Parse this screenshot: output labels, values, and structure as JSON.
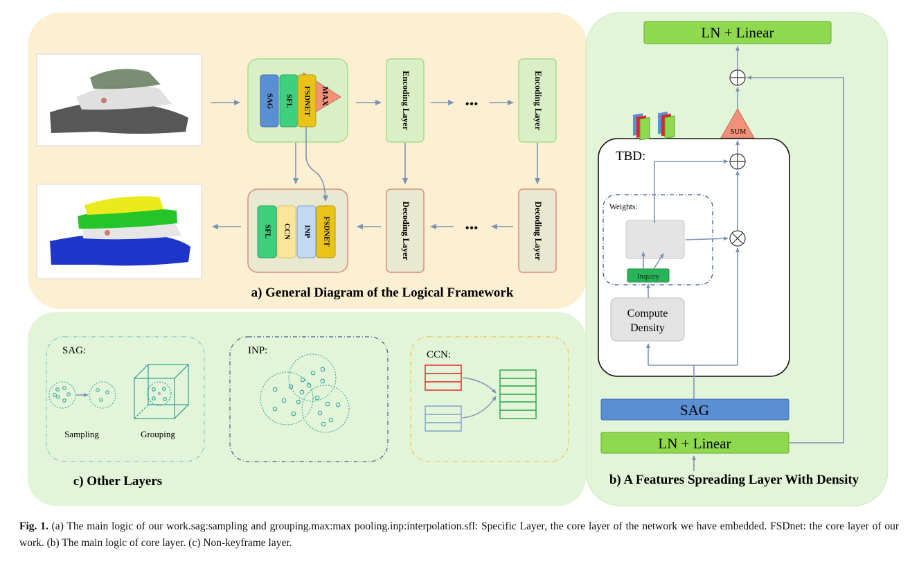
{
  "panel_a": {
    "title": "a) General Diagram of the Logical Framework",
    "encoder_block": [
      "SAG",
      "SFL",
      "FSDNET"
    ],
    "max_label": "MAX",
    "encoding_layer": "Encoding Layer",
    "decoding_layer": "Decoding Layer",
    "ellipsis": "•••",
    "decoder_block": [
      "SFL",
      "CCN",
      "INP",
      "FSDNET"
    ]
  },
  "panel_b": {
    "title": "b) A Features Spreading Layer With Density",
    "top_linear": "LN + Linear",
    "sum_label": "SUM",
    "tbd_label": "TBD:",
    "weights_label": "Weights:",
    "inquiry_label": "Inquiry",
    "compute_density_line1": "Compute",
    "compute_density_line2": "Density",
    "sag_label": "SAG",
    "bottom_linear": "LN + Linear",
    "plus_symbol": "⊕",
    "times_symbol": "⊗"
  },
  "panel_c": {
    "title": "c) Other Layers",
    "sag_label": "SAG:",
    "sampling_label": "Sampling",
    "grouping_label": "Grouping",
    "inp_label": "INP:",
    "ccn_label": "CCN:"
  },
  "caption": {
    "fig_label": "Fig. 1.",
    "text": " (a) The main logic of our work.sag:sampling and grouping.max:max pooling.inp:interpolation.sfl: Specific Layer, the core layer of the network we have embedded. FSDnet: the core layer of our work. (b) The main logic of core layer. (c) Non-keyframe layer."
  },
  "colors": {
    "panel_a_bg": "#fcefd2",
    "panel_bc_bg": "#e3f5d8",
    "sag_blue": "#5b8fd3",
    "sfl_green": "#3fcf7e",
    "fsdnet_yellow": "#e9c318",
    "max_salmon": "#f2917a",
    "linear_green": "#8fd94f",
    "arrow": "#7d93b5"
  }
}
